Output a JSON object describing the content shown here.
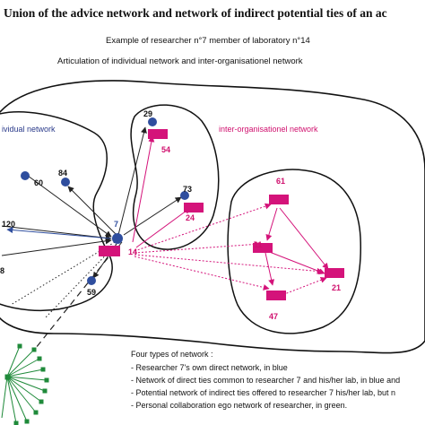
{
  "title": "Union of the advice network and network of indirect potential ties of an ac",
  "subtitle_1": "Example of researcher n°7 member of laboratory n°14",
  "subtitle_2": "Articulation of individual network and inter-organisationel network",
  "regions": {
    "individual": "ividual network",
    "inter_org": "inter-organisationel network"
  },
  "nodes_blue": [
    {
      "id": "29",
      "label": "29"
    },
    {
      "id": "84",
      "label": "84"
    },
    {
      "id": "60",
      "label": "60"
    },
    {
      "id": "73",
      "label": "73"
    },
    {
      "id": "120",
      "label": "120"
    },
    {
      "id": "8",
      "label": "8"
    },
    {
      "id": "59",
      "label": "59"
    },
    {
      "id": "7",
      "label": "7"
    }
  ],
  "nodes_pink": [
    {
      "id": "54",
      "label": "54"
    },
    {
      "id": "24",
      "label": "24"
    },
    {
      "id": "14",
      "label": "14"
    },
    {
      "id": "61",
      "label": "61"
    },
    {
      "id": "11",
      "label": "11"
    },
    {
      "id": "21",
      "label": "21"
    },
    {
      "id": "47",
      "label": "47"
    }
  ],
  "legend": {
    "heading": "Four types of network :",
    "items": [
      "- Researcher 7's own direct network, in blue",
      "- Network of direct ties common to researcher 7 and his/her lab, in blue and",
      "- Potential network of indirect ties offered to researcher 7 his/her lab, but n",
      "- Personal collaboration ego network of researcher, in green."
    ]
  },
  "colors": {
    "blue": "#2f4e9e",
    "pink": "#d4137a",
    "green": "#1f8a3a",
    "outline": "#111111"
  }
}
